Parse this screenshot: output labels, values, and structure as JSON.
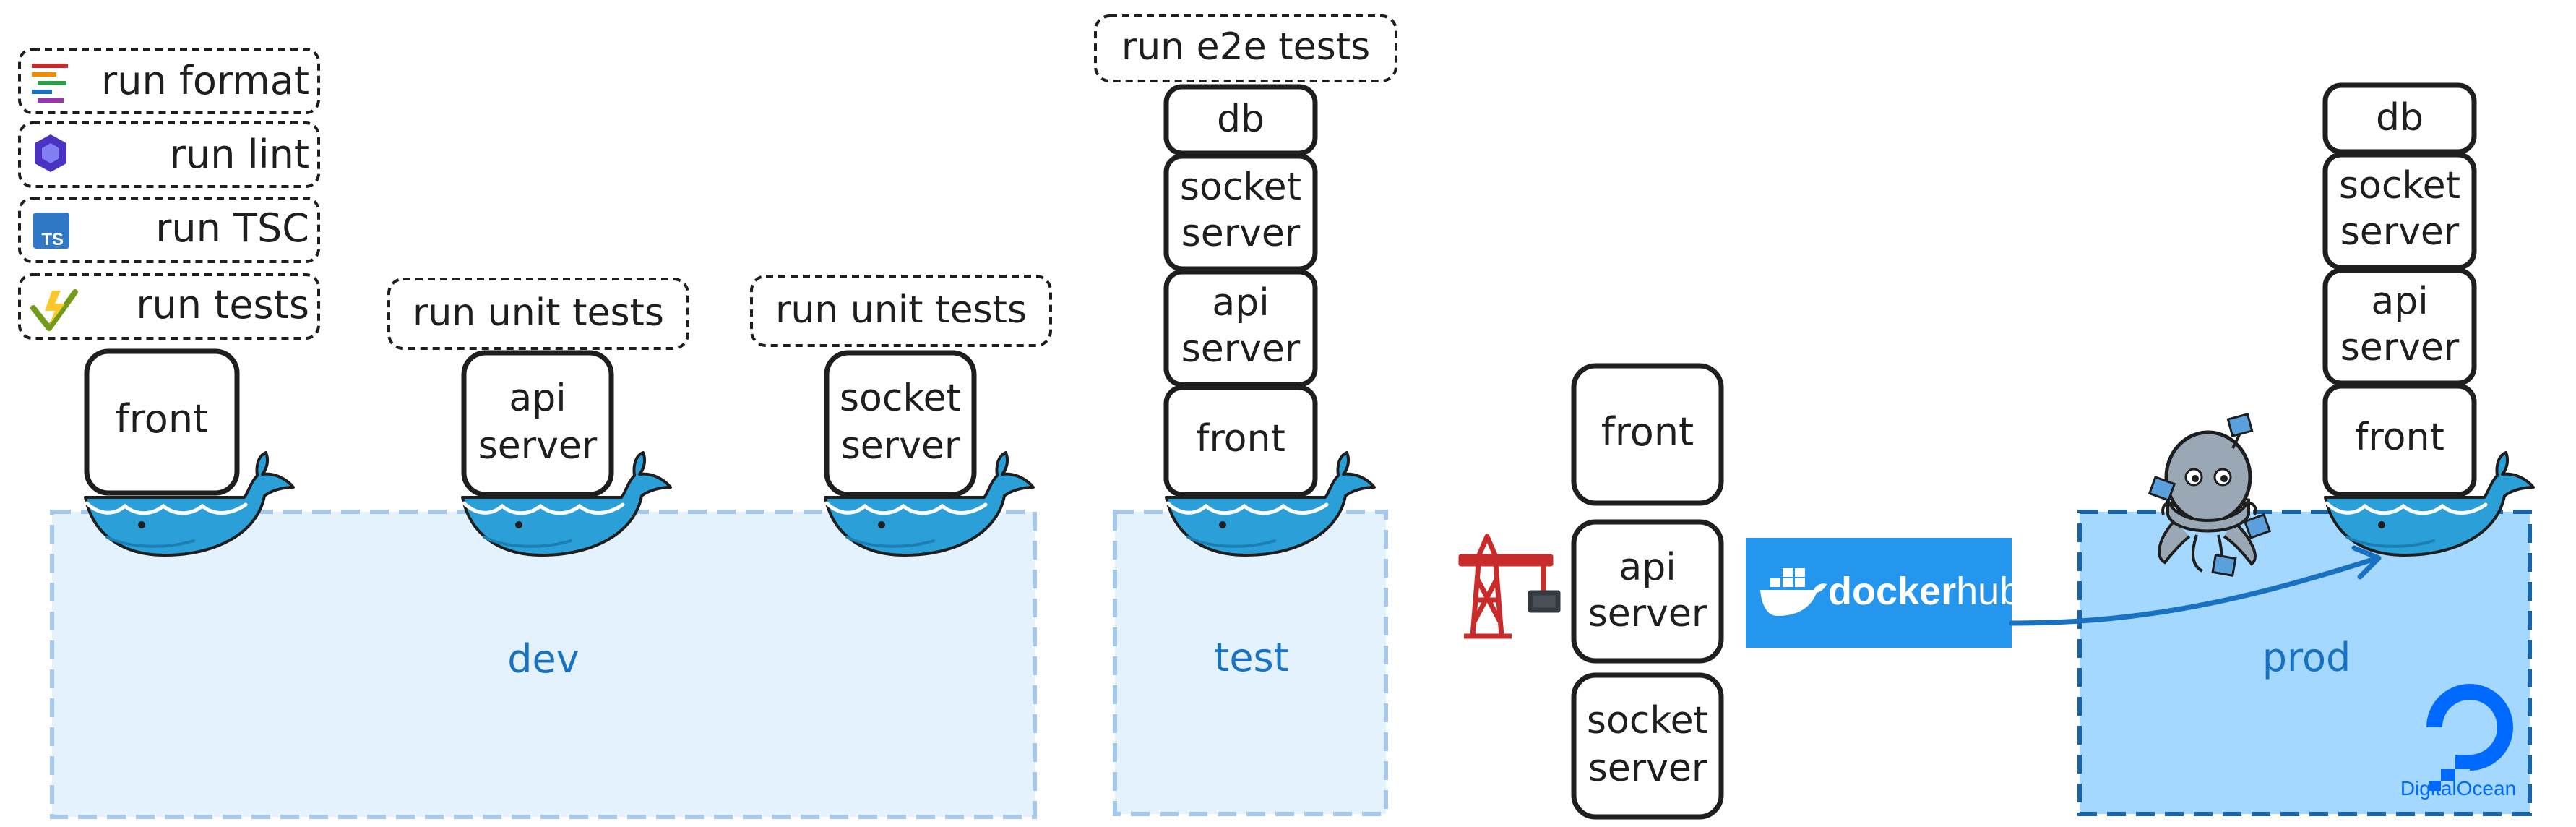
{
  "checks": {
    "format": "run format",
    "lint": "run lint",
    "tsc": "run TSC",
    "tests": "run tests",
    "ts_badge": "TS"
  },
  "unit_tests": {
    "api": "run unit tests",
    "socket": "run unit tests"
  },
  "e2e": {
    "label": "run e2e tests"
  },
  "services": {
    "front": "front",
    "api_line1": "api",
    "api_line2": "server",
    "socket_line1": "socket",
    "socket_line2": "server",
    "db": "db"
  },
  "zones": {
    "dev": "dev",
    "test": "test",
    "prod": "prod"
  },
  "registry": {
    "name_part1": "docker",
    "name_part2": "hub"
  },
  "hosting": {
    "name": "DigitalOcean"
  },
  "colors": {
    "ink": "#1e1e1e",
    "zone_light_fill": "#e3f2fd",
    "zone_light_stroke": "#a5c8ec",
    "zone_prod_fill": "#a5d8ff",
    "zone_prod_stroke": "#1864ab",
    "label_blue": "#1971c2",
    "docker_blue": "#2496ed",
    "whale_blue": "#2b9fd8",
    "crane_red": "#c92a2a",
    "lint_purple": "#4b32c3",
    "ts_blue": "#3178c6",
    "do_blue": "#0069ff",
    "octopus_grey": "#9aa7b4"
  },
  "icons": [
    "format-icon",
    "eslint-icon",
    "typescript-icon",
    "vitest-icon",
    "docker-whale-icon",
    "crane-icon",
    "docker-hub-logo",
    "docker-compose-octopus-icon",
    "digitalocean-logo"
  ]
}
